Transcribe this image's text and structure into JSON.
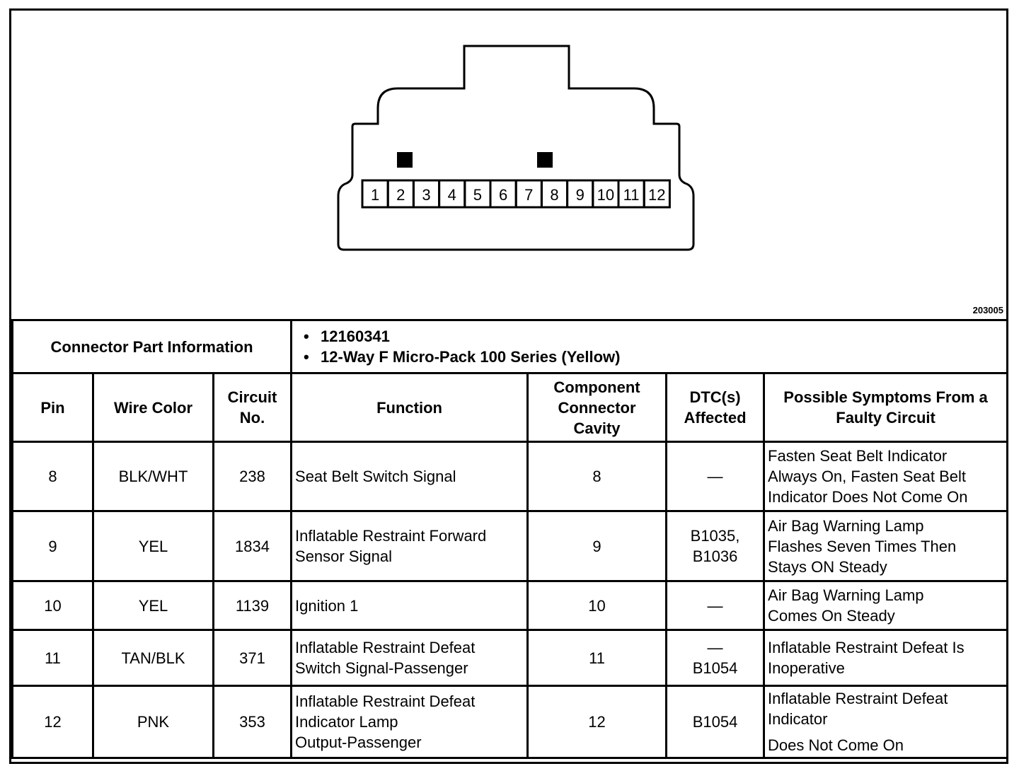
{
  "figure_id": "203005",
  "connector": {
    "pins": [
      "1",
      "2",
      "3",
      "4",
      "5",
      "6",
      "7",
      "8",
      "9",
      "10",
      "11",
      "12"
    ]
  },
  "part_info": {
    "label": "Connector Part Information",
    "items": [
      "12160341",
      "12-Way F Micro-Pack 100 Series (Yellow)"
    ]
  },
  "headers": {
    "pin": "Pin",
    "wire_color": "Wire Color",
    "circuit_1": "Circuit",
    "circuit_2": "No.",
    "function": "Function",
    "cavity_1": "Component",
    "cavity_2": "Connector",
    "cavity_3": "Cavity",
    "dtc_1": "DTC(s)",
    "dtc_2": "Affected",
    "symptoms_1": "Possible Symptoms From a",
    "symptoms_2": "Faulty Circuit"
  },
  "rows": [
    {
      "pin": "8",
      "wire": "BLK/WHT",
      "circuit": "238",
      "function": [
        "Seat Belt Switch Signal"
      ],
      "cavity": "8",
      "dtc": [
        "—"
      ],
      "symptoms": [
        "Fasten Seat Belt Indicator",
        "Always On, Fasten Seat Belt",
        "Indicator Does Not Come On"
      ]
    },
    {
      "pin": "9",
      "wire": "YEL",
      "circuit": "1834",
      "function": [
        "Inflatable Restraint Forward",
        "Sensor Signal"
      ],
      "cavity": "9",
      "dtc": [
        "B1035,",
        "B1036"
      ],
      "symptoms": [
        "Air Bag Warning Lamp",
        "Flashes Seven Times Then",
        "Stays ON Steady"
      ]
    },
    {
      "pin": "10",
      "wire": "YEL",
      "circuit": "1139",
      "function": [
        "Ignition 1"
      ],
      "cavity": "10",
      "dtc": [
        "—"
      ],
      "symptoms": [
        "Air Bag Warning Lamp",
        "Comes On Steady"
      ]
    },
    {
      "pin": "11",
      "wire": "TAN/BLK",
      "circuit": "371",
      "function": [
        "Inflatable Restraint Defeat",
        "Switch Signal-Passenger"
      ],
      "cavity": "11",
      "dtc": [
        "—",
        "B1054"
      ],
      "symptoms": [
        "Inflatable Restraint Defeat Is",
        "Inoperative"
      ]
    },
    {
      "pin": "12",
      "wire": "PNK",
      "circuit": "353",
      "function": [
        "Inflatable Restraint Defeat",
        "Indicator Lamp",
        "Output-Passenger"
      ],
      "cavity": "12",
      "dtc": [
        "B1054"
      ],
      "symptoms": [
        "Inflatable Restraint Defeat",
        "Indicator",
        "Does Not Come On"
      ]
    }
  ]
}
